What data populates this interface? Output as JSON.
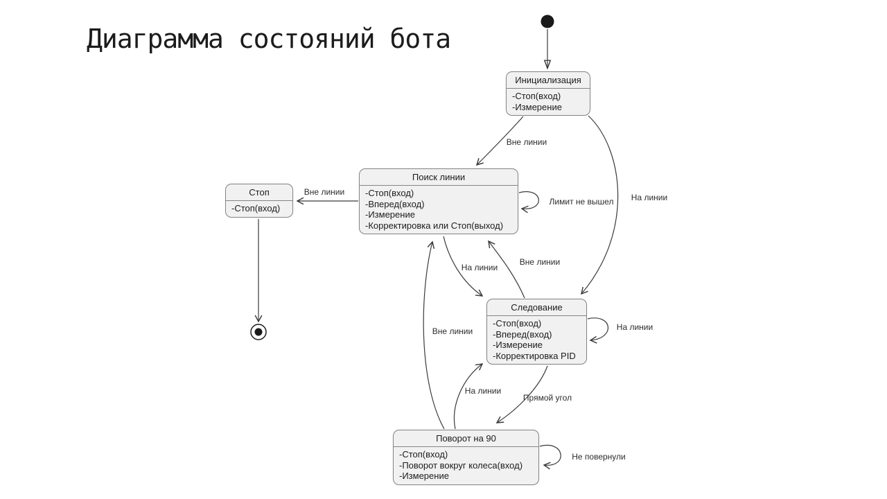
{
  "title": "Диаграмма состояний бота",
  "colors": {
    "state_fill": "#f1f1f1",
    "state_border": "#848484",
    "edge": "#3a3a3a",
    "text": "#1b1b1b",
    "background": "#ffffff"
  },
  "states": {
    "init": {
      "name": "Инициализация",
      "actions": [
        "-Стоп(вход)",
        "-Измерение"
      ]
    },
    "search": {
      "name": "Поиск линии",
      "actions": [
        "-Стоп(вход)",
        "-Вперед(вход)",
        "-Измерение",
        "-Корректировка или Стоп(выход)"
      ]
    },
    "stop": {
      "name": "Стоп",
      "actions": [
        "-Стоп(вход)"
      ]
    },
    "follow": {
      "name": "Следование",
      "actions": [
        "-Стоп(вход)",
        "-Вперед(вход)",
        "-Измерение",
        "-Корректировка PID"
      ]
    },
    "turn": {
      "name": "Поворот на 90",
      "actions": [
        "-Стоп(вход)",
        "-Поворот вокруг колеса(вход)",
        "-Измерение"
      ]
    }
  },
  "transitions": {
    "init_to_search": "Вне линии",
    "init_to_follow": "На линии",
    "search_self": "Лимит не вышел",
    "search_to_stop": "Вне линии",
    "search_to_follow": "На линии",
    "follow_to_search": "Вне линии",
    "follow_self": "На линии",
    "follow_to_turn": "Прямой угол",
    "turn_to_follow": "На линии",
    "turn_to_search": "Вне линии",
    "turn_self": "Не повернули"
  }
}
